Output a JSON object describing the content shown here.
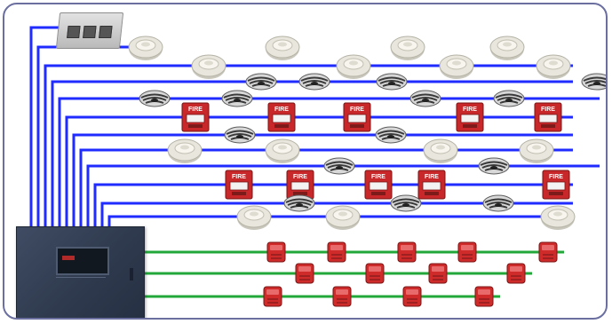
{
  "figure": {
    "description_text": "",
    "palette": {
      "signal_line": "#1f2bff",
      "notification_line": "#22a83a",
      "frame_border": "#6a6fa0",
      "panel_body": "#33405a",
      "pull_station_red": "#c8282a",
      "horn_red": "#cf2b2b",
      "detector_white": "#e9e7dd"
    }
  },
  "control_panel": {
    "icon": "fire-alarm-control-panel-icon",
    "brand_text": "",
    "model_text": ""
  },
  "interface_module": {
    "icon": "terminal-module-icon"
  },
  "device_types": {
    "smoke": "photoelectric-smoke-detector-icon",
    "heat": "heat-detector-icon",
    "pull": "manual-pull-station-icon",
    "horn": "horn-strobe-icon"
  },
  "signal_loops": [
    {
      "devices": [
        "smoke",
        "smoke",
        "smoke",
        "smoke"
      ]
    },
    {
      "devices": [
        "smoke",
        "smoke",
        "smoke",
        "smoke"
      ]
    },
    {
      "devices": [
        "heat",
        "heat",
        "heat",
        "heat"
      ]
    },
    {
      "devices": [
        "heat",
        "heat",
        "heat",
        "heat"
      ]
    },
    {
      "devices": [
        "pull",
        "pull",
        "pull",
        "pull",
        "pull"
      ]
    },
    {
      "devices": [
        "heat",
        "heat"
      ]
    },
    {
      "devices": [
        "smoke",
        "smoke",
        "smoke",
        "smoke"
      ]
    },
    {
      "devices": [
        "heat",
        "heat"
      ]
    },
    {
      "devices": [
        "pull",
        "pull",
        "pull",
        "pull",
        "pull"
      ]
    },
    {
      "devices": [
        "heat",
        "heat",
        "heat"
      ]
    },
    {
      "devices": [
        "smoke",
        "smoke",
        "smoke"
      ]
    }
  ],
  "notification_circuits": [
    {
      "devices": [
        "horn",
        "horn",
        "horn",
        "horn",
        "horn"
      ]
    },
    {
      "devices": [
        "horn",
        "horn",
        "horn",
        "horn"
      ]
    },
    {
      "devices": [
        "horn",
        "horn",
        "horn",
        "horn"
      ]
    }
  ],
  "pull_station_label": "FIRE"
}
